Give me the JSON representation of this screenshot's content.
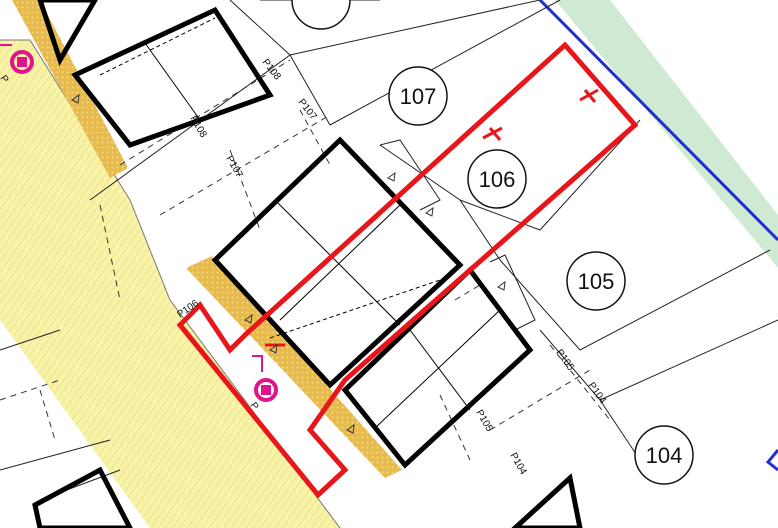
{
  "plots": [
    {
      "id": "plot-107",
      "label": "107"
    },
    {
      "id": "plot-106",
      "label": "106"
    },
    {
      "id": "plot-105",
      "label": "105"
    },
    {
      "id": "plot-104",
      "label": "104"
    }
  ],
  "parking_refs": {
    "p108_top": "P108",
    "p108_mid": "P108",
    "p107_top": "P107",
    "p107_mid": "P107",
    "p106": "P106",
    "p105_a": "P105",
    "p105_b": "P105",
    "p104_a": "P104",
    "p104_b": "P104",
    "p_top": "P",
    "p_mid": "P"
  },
  "colors": {
    "highway": "#f8f3a6",
    "verge": "#e4b84a",
    "site_boundary": "#e8161a",
    "building_outline": "#000000",
    "green_strip": "#cfead3",
    "blue_boundary": "#1f2fd1",
    "ev_charger": "#e0148c"
  },
  "icons": [
    "ev-charger-icon",
    "arrow-marker-icon"
  ]
}
